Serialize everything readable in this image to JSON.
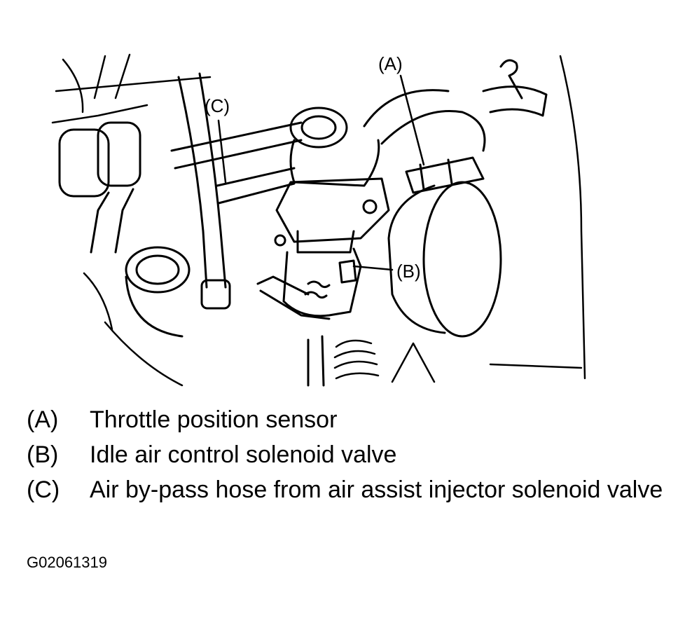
{
  "callouts": {
    "a": "(A)",
    "b": "(B)",
    "c": "(C)"
  },
  "legend": [
    {
      "key": "(A)",
      "text": "Throttle position sensor"
    },
    {
      "key": "(B)",
      "text": "Idle air control solenoid valve"
    },
    {
      "key": "(C)",
      "text": "Air by-pass hose from air assist injector solenoid valve"
    }
  ],
  "figure_id": "G02061319"
}
